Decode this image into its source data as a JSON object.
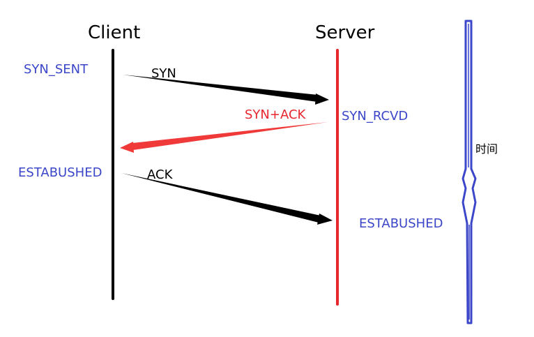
{
  "titles": {
    "client": "Client",
    "server": "Server"
  },
  "messages": {
    "syn": "SYN",
    "syn_ack": "SYN+ACK",
    "ack": "ACK"
  },
  "states": {
    "client_syn_sent": "SYN_SENT",
    "server_syn_rcvd": "SYN_RCVD",
    "client_established": "ESTABUSHED",
    "server_established": "ESTABUSHED"
  },
  "time_axis": {
    "label": "时间"
  },
  "colors": {
    "client_line": "#000000",
    "server_line": "#e8262e",
    "state_text": "#3b46c8",
    "syn_ack_arrow": "#f03a3a",
    "time_arrow": "#3b46c8"
  }
}
